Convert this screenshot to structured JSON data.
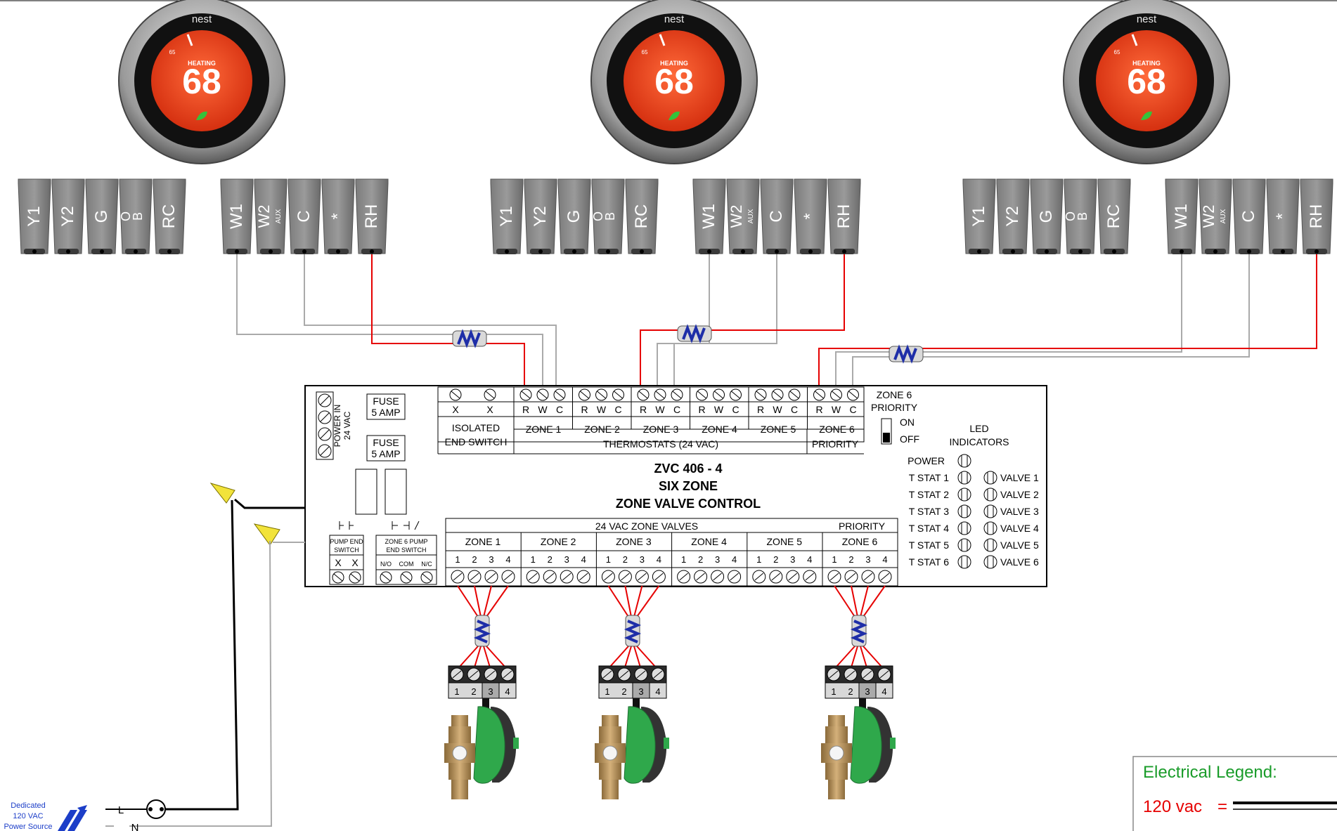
{
  "thermostats": [
    {
      "brand": "nest",
      "mode": "HEATING",
      "temperature": "68",
      "dial_mark": "65"
    },
    {
      "brand": "nest",
      "mode": "HEATING",
      "temperature": "68",
      "dial_mark": "65"
    },
    {
      "brand": "nest",
      "mode": "HEATING",
      "temperature": "68",
      "dial_mark": "65"
    }
  ],
  "terminal_labels": {
    "left_bank": [
      "Y1",
      "Y2",
      "G",
      "OB",
      "RC"
    ],
    "right_bank": [
      "W1",
      "W2",
      "C",
      "*",
      "RH"
    ],
    "w2_sub": "AUX"
  },
  "controller": {
    "power_in": "POWER IN",
    "power_voltage": "24 VAC",
    "fuse_1": [
      "FUSE",
      "5 AMP"
    ],
    "fuse_2": [
      "FUSE",
      "5 AMP"
    ],
    "x_label": "X",
    "isolated_end_switch": [
      "ISOLATED",
      "END SWITCH"
    ],
    "zone_labels": [
      "ZONE 1",
      "ZONE 2",
      "ZONE 3",
      "ZONE 4",
      "ZONE 5",
      "ZONE 6"
    ],
    "rwc": [
      "R",
      "W",
      "C"
    ],
    "thermostats_label": "THERMOSTATS (24 VAC)",
    "priority": "PRIORITY",
    "zone6_priority": [
      "ZONE 6",
      "PRIORITY"
    ],
    "switch_on": "ON",
    "switch_off": "OFF",
    "title_lines": [
      "ZVC 406 - 4",
      "SIX ZONE",
      "ZONE VALVE CONTROL"
    ],
    "led_indicators": [
      "LED",
      "INDICATORS"
    ],
    "power_led": "POWER",
    "tstat_leds": [
      "T STAT 1",
      "T STAT 2",
      "T STAT 3",
      "T STAT 4",
      "T STAT 5",
      "T STAT 6"
    ],
    "valve_leds": [
      "VALVE 1",
      "VALVE 2",
      "VALVE 3",
      "VALVE 4",
      "VALVE 5",
      "VALVE 6"
    ],
    "pump_end_switch": [
      "PUMP END",
      "SWITCH"
    ],
    "zone6_pump_switch": [
      "ZONE 6 PUMP",
      "END SWITCH"
    ],
    "pump_terms": [
      "N/O",
      "COM",
      "N/C"
    ],
    "zone_valves_label": "24 VAC ZONE VALVES",
    "valve_pins": [
      "1",
      "2",
      "3",
      "4"
    ]
  },
  "valves": [
    {
      "pins": [
        "1",
        "2",
        "3",
        "4"
      ]
    },
    {
      "pins": [
        "1",
        "2",
        "3",
        "4"
      ]
    },
    {
      "pins": [
        "1",
        "2",
        "3",
        "4"
      ]
    }
  ],
  "power_source": {
    "lines": [
      "Dedicated",
      "120 VAC",
      "Power Source"
    ],
    "line_l": "L",
    "line_n": "N"
  },
  "legend": {
    "title": "Electrical Legend:",
    "entry": "120 vac",
    "entry_suffix": "="
  },
  "colors": {
    "hot_wire": "#e60000",
    "neutral_wire": "#aaaaaa",
    "line_wire": "#000000",
    "thermostat_face": "#ee4422",
    "legend_title": "#1a9c2a",
    "legend_entry": "#e60000",
    "power_source_text": "#1c3ec8",
    "valve_actuator": "#2fa84b",
    "wire_nut": "#f2e33a"
  }
}
